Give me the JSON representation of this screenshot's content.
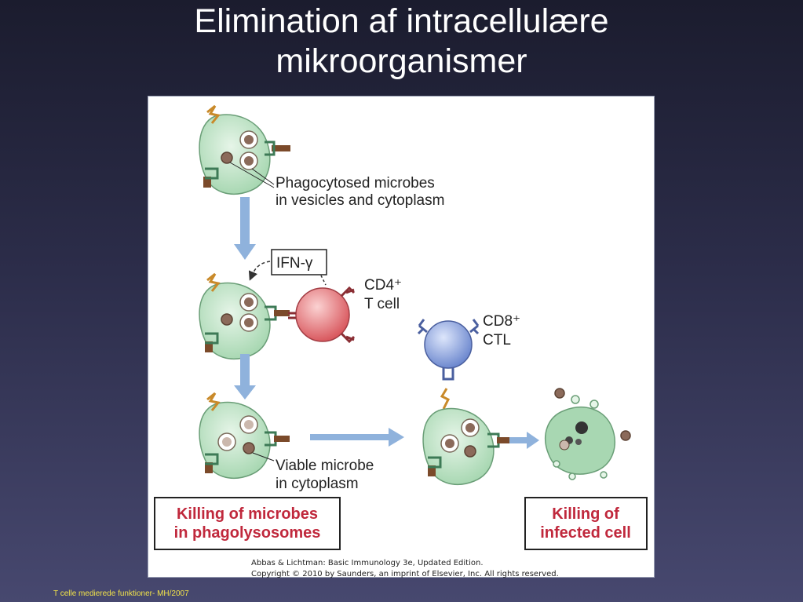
{
  "slide": {
    "title_line1": "Elimination af intracellulære",
    "title_line2": "mikroorganismer",
    "footer": "T celle medierede funktioner- MH/2007"
  },
  "figure": {
    "label_phago_1": "Phagocytosed microbes",
    "label_phago_2": "in vesicles and cytoplasm",
    "ifn": "IFN-γ",
    "cd4_1": "CD4⁺",
    "cd4_2": "T cell",
    "cd8_1": "CD8⁺",
    "cd8_2": "CTL",
    "viable_1": "Viable microbe",
    "viable_2": "in cytoplasm",
    "box_left_1": "Killing of microbes",
    "box_left_2": "in phagolysosomes",
    "box_right_1": "Killing of",
    "box_right_2": "infected cell",
    "credit_1": "Abbas & Lichtman: Basic Immunology 3e, Updated Edition.",
    "credit_2": "Copyright © 2010 by Saunders, an imprint of Elsevier, Inc. All rights reserved."
  },
  "colors": {
    "macrophage": "#bfe3c6",
    "cd4_cell": "#e88a8e",
    "cd8_cell": "#8fa7dc",
    "arrow": "#8fb2dc",
    "box_text": "#c0283c"
  }
}
